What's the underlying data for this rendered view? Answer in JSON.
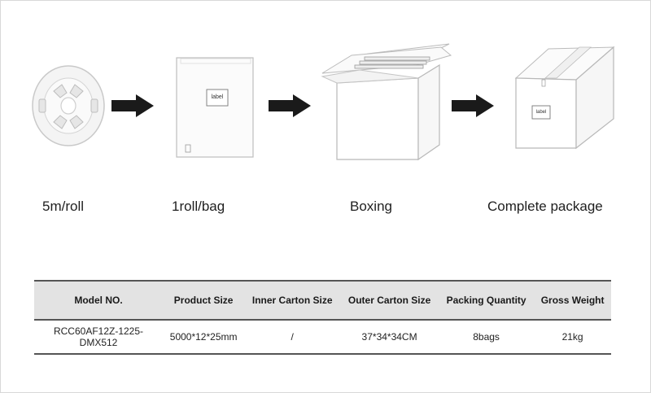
{
  "steps": [
    {
      "label": "5m/roll",
      "icon": "reel-icon"
    },
    {
      "label": "1roll/bag",
      "icon": "bag-icon",
      "tag": "label"
    },
    {
      "label": "Boxing",
      "icon": "open-box-icon"
    },
    {
      "label": "Complete package",
      "icon": "closed-box-icon",
      "tag": "label"
    }
  ],
  "table": {
    "headers": [
      "Model NO.",
      "Product Size",
      "Inner Carton Size",
      "Outer Carton Size",
      "Packing Quantity",
      "Gross Weight"
    ],
    "rows": [
      {
        "model": "RCC60AF12Z-1225-DMX512",
        "product_size": "5000*12*25mm",
        "inner_carton": "/",
        "outer_carton": "37*34*34CM",
        "packing_quantity": "8bags",
        "gross_weight": "21kg"
      }
    ]
  }
}
